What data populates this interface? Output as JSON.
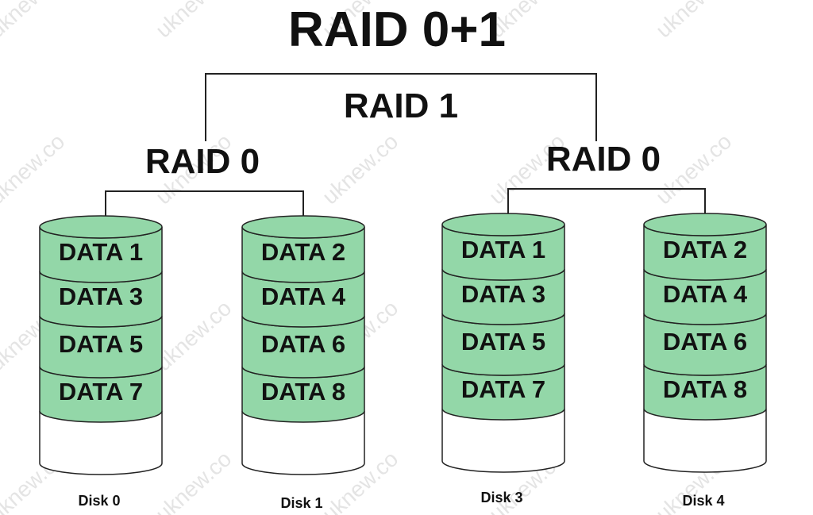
{
  "title": "RAID 0+1",
  "mirror_label": "RAID 1",
  "groups": [
    {
      "label": "RAID 0",
      "disks": [
        {
          "name": "Disk 0",
          "blocks": [
            "DATA 1",
            "DATA 3",
            "DATA 5",
            "DATA 7"
          ]
        },
        {
          "name": "Disk 1",
          "blocks": [
            "DATA 2",
            "DATA 4",
            "DATA 6",
            "DATA 8"
          ]
        }
      ]
    },
    {
      "label": "RAID 0",
      "disks": [
        {
          "name": "Disk 3",
          "blocks": [
            "DATA 1",
            "DATA 3",
            "DATA 5",
            "DATA 7"
          ]
        },
        {
          "name": "Disk 4",
          "blocks": [
            "DATA 2",
            "DATA 4",
            "DATA 6",
            "DATA 8"
          ]
        }
      ]
    }
  ],
  "watermark": "uknew.co",
  "colors": {
    "data_fill": "#93d7a8",
    "stroke": "#222222",
    "empty_fill": "#ffffff",
    "watermark": "#d9d9d9"
  }
}
